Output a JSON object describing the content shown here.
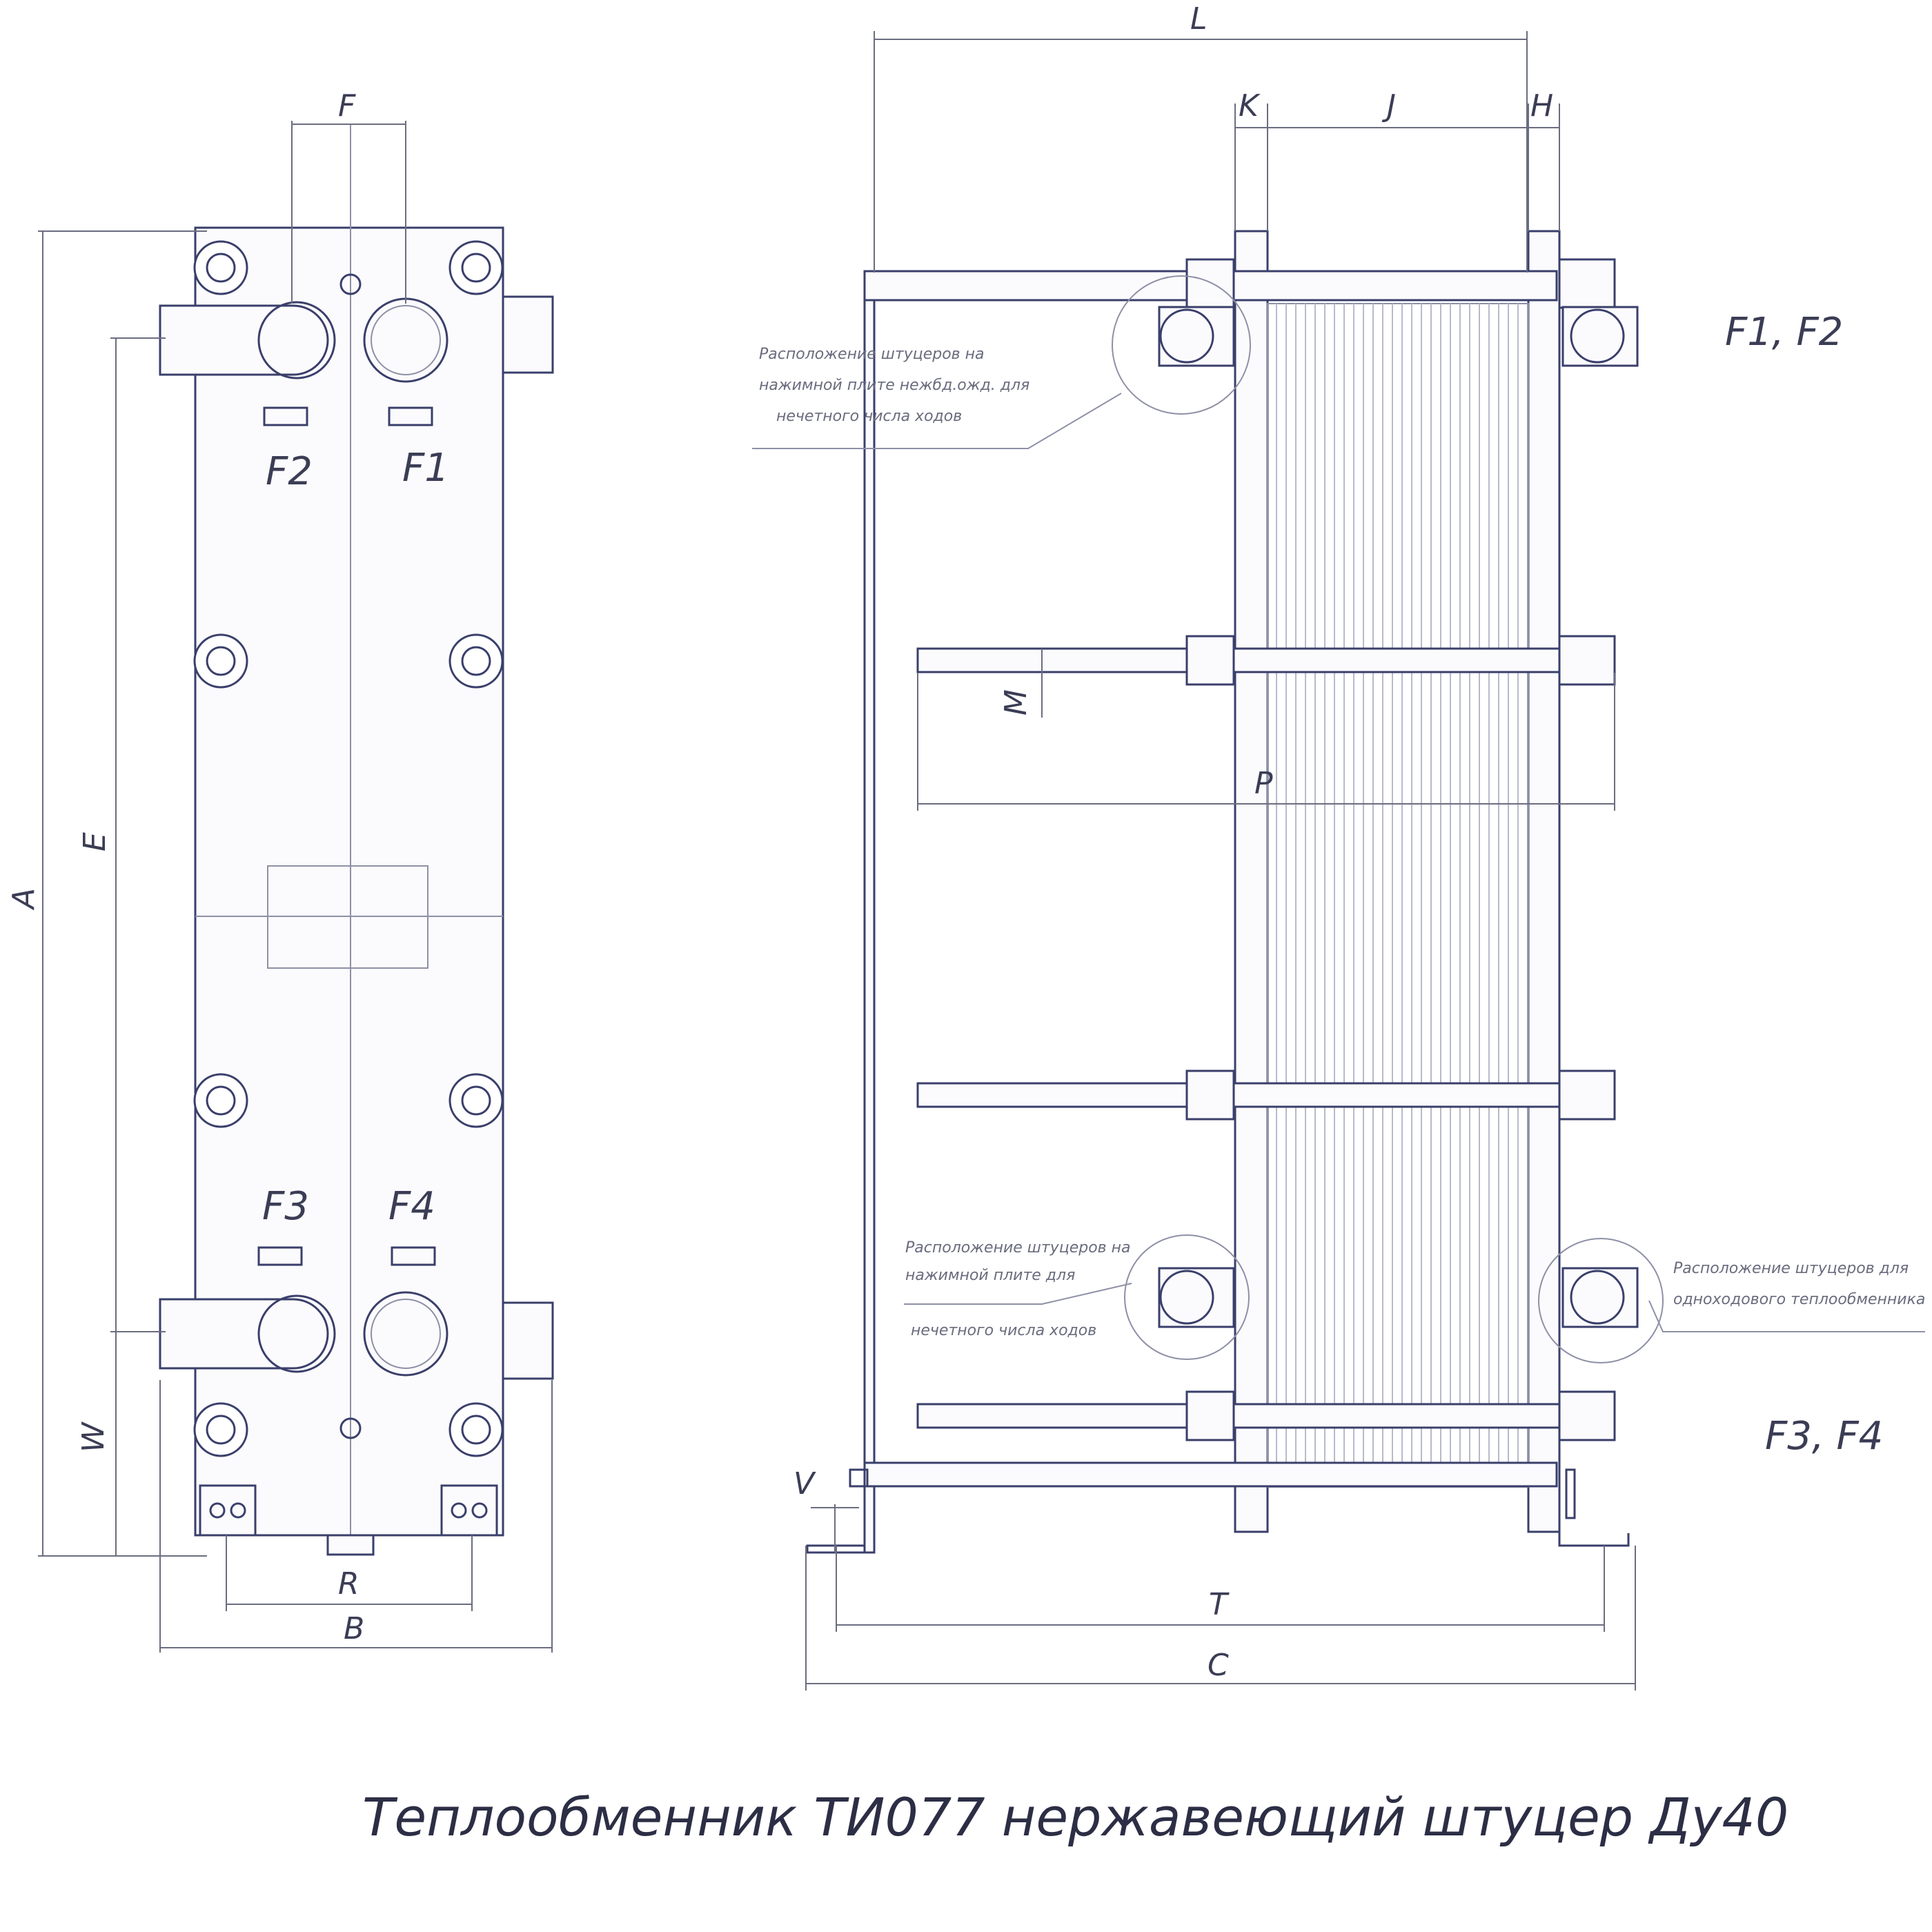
{
  "title": "Теплообменник ТИ077 нержавеющий штуцер Ду40",
  "front_view": {
    "ports": {
      "f1": "F1",
      "f2": "F2",
      "f3": "F3",
      "f4": "F4"
    },
    "dims": {
      "a": "A",
      "e": "E",
      "w": "W",
      "f": "F",
      "r": "R",
      "b": "B"
    }
  },
  "side_view": {
    "dims": {
      "l": "L",
      "k": "K",
      "j": "J",
      "h": "H",
      "m": "M",
      "p": "P",
      "v": "V",
      "t": "T",
      "c": "C"
    },
    "port_groups": {
      "top": "F1, F2",
      "bottom": "F3, F4"
    },
    "notes": {
      "top_left": [
        "Расположение штуцеров на",
        "нажимной плите нежбд.ожд. для",
        "нечетного числа ходов"
      ],
      "bottom_left": [
        "Расположение штуцеров на",
        "нажимной плите для",
        "нечетного числа ходов"
      ],
      "right": [
        "Расположение штуцеров для",
        "одноходового теплообменника"
      ]
    }
  }
}
